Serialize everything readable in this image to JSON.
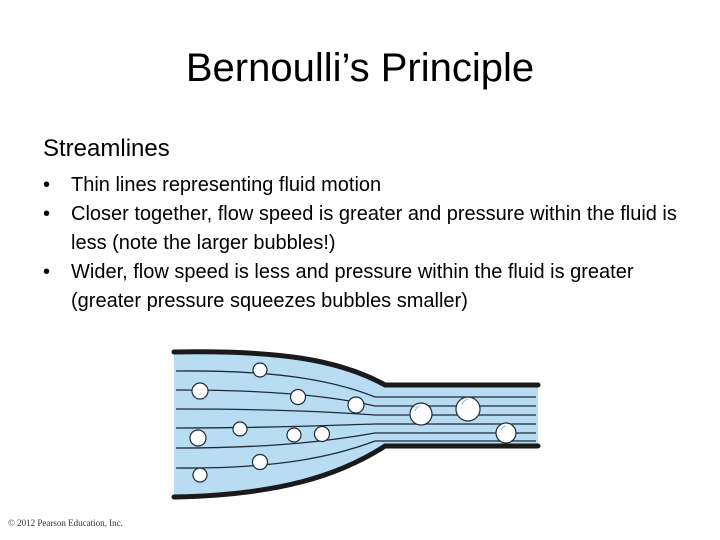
{
  "slide": {
    "title": "Bernoulli’s Principle",
    "section_heading": "Streamlines",
    "bullets": [
      "Thin lines representing fluid motion",
      "Closer together, flow speed is greater and pressure within the fluid is less (note the larger bubbles!)",
      "Wider, flow speed is less and pressure within the fluid is greater (greater pressure squeezes bubbles smaller)"
    ],
    "bullet_symbol": "•"
  },
  "figure": {
    "fluid_color": "#b8dcf2",
    "wall_color": "#1a1a1a",
    "bubble_fill": "#ffffff",
    "icon": "streamline-pipe-illustration"
  },
  "footer": {
    "copyright": "© 2012 Pearson Education, Inc."
  }
}
